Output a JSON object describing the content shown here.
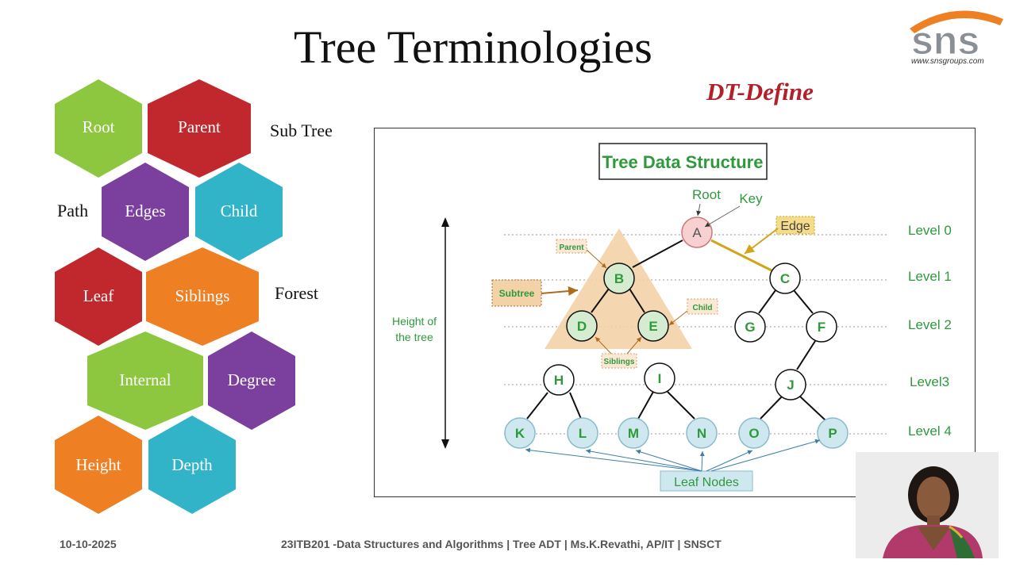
{
  "slide": {
    "title": "Tree Terminologies",
    "subtitle": "DT-Define",
    "logo_text": "sns",
    "logo_url_text": "www.snsgroups.com",
    "side_labels": {
      "sub_tree": "Sub Tree",
      "path": "Path",
      "forest": "Forest"
    },
    "hexagons": [
      {
        "label": "Root",
        "color": "#8dc63f"
      },
      {
        "label": "Parent",
        "color": "#c0282e"
      },
      {
        "label": "Edges",
        "color": "#7b3f9e"
      },
      {
        "label": "Child",
        "color": "#32b4c8"
      },
      {
        "label": "Leaf",
        "color": "#c0282e"
      },
      {
        "label": "Siblings",
        "color": "#ee7f22"
      },
      {
        "label": "Internal",
        "color": "#8dc63f"
      },
      {
        "label": "Degree",
        "color": "#7b3f9e"
      },
      {
        "label": "Height",
        "color": "#ee7f22"
      },
      {
        "label": "Depth",
        "color": "#32b4c8"
      }
    ],
    "footer": {
      "date": "10-10-2025",
      "course": "23ITB201 -Data Structures and Algorithms | Tree ADT | Ms.K.Revathi, AP/IT | SNSCT"
    }
  },
  "diagram": {
    "title": "Tree Data Structure",
    "labels": {
      "root": "Root",
      "key": "Key",
      "edge": "Edge",
      "parent": "Parent",
      "subtree": "Subtree",
      "child": "Child",
      "siblings": "Siblings",
      "height_line1": "Height of",
      "height_line2": "the tree",
      "leaf_nodes": "Leaf Nodes"
    },
    "levels": [
      "Level 0",
      "Level 1",
      "Level 2",
      "Level3",
      "Level 4"
    ],
    "nodes": [
      "A",
      "B",
      "C",
      "D",
      "E",
      "G",
      "F",
      "H",
      "I",
      "J",
      "K",
      "L",
      "M",
      "N",
      "O",
      "P"
    ],
    "colors": {
      "green": "#2e9a3c",
      "red": "#b2202a",
      "root_fill": "#f8d0d2",
      "green_fill": "#d6ecd0",
      "leaf_fill": "#cfe8f0",
      "subtree_fill": "#f3d2a8",
      "edge_gold": "#d4a418"
    }
  }
}
